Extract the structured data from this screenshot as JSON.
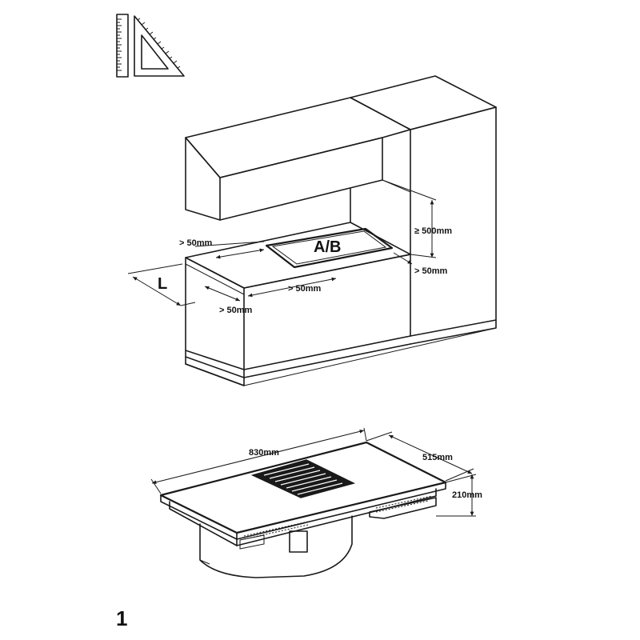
{
  "kitchen": {
    "dim_left_top": "> 50mm",
    "dim_right_bottom": "> 50mm",
    "dim_mid": "> 50mm",
    "dim_front": "> 50mm",
    "dim_above": "≥ 500mm",
    "cutout_label": "A/B",
    "length_label": "L"
  },
  "hob": {
    "width": "830mm",
    "depth": "515mm",
    "height": "210mm"
  },
  "figure_number": "1"
}
